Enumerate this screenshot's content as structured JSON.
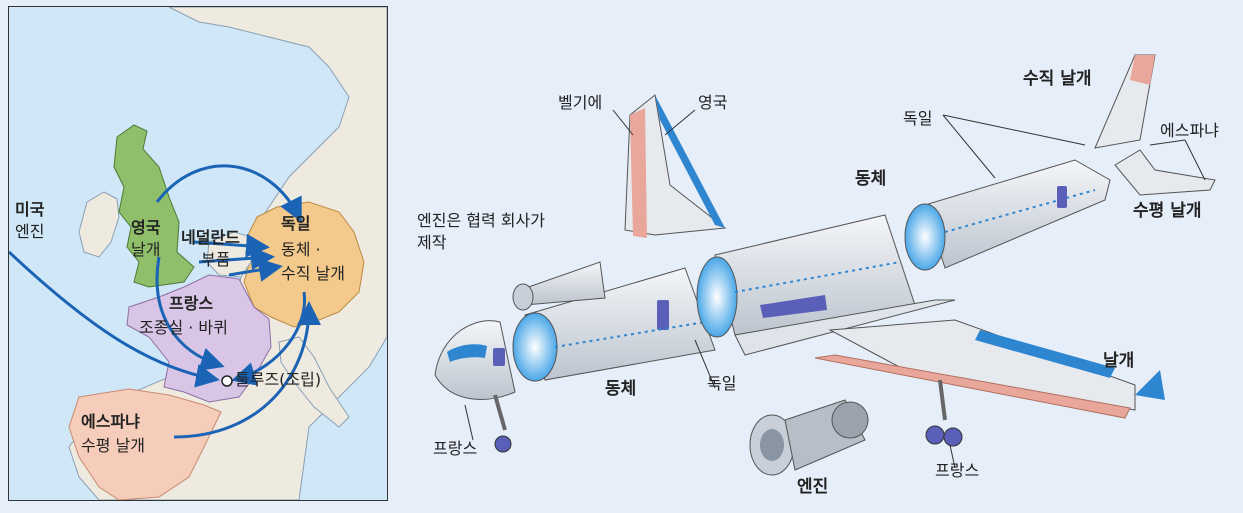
{
  "colors": {
    "map_sea": "#cfe7f6",
    "uk": "#8fbf6a",
    "germany": "#f3c98c",
    "france": "#d9c6e6",
    "spain": "#f6cdbb",
    "arrow": "#1a63b5",
    "fuselage": "#dfe4ea",
    "tail_accent": "#e8a79a",
    "wing_accent": "#2f86d0"
  },
  "map": {
    "usa": {
      "country": "미국",
      "part": "엔진"
    },
    "uk": {
      "country": "영국",
      "part": "날개"
    },
    "netherlands": {
      "country": "네덜란드",
      "part": "부품"
    },
    "germany": {
      "country": "독일",
      "part_line1": "동체 ·",
      "part_line2": "수직 날개"
    },
    "france": {
      "country": "프랑스",
      "part": "조종실 · 바퀴"
    },
    "toulouse": {
      "label": "툴루즈(조립)"
    },
    "spain": {
      "country": "에스파냐",
      "part": "수평 날개"
    }
  },
  "plane": {
    "belgium": "벨기에",
    "uk": "영국",
    "engine_partner_line1": "엔진은 협력 회사가",
    "engine_partner_line2": "제작",
    "fuselage_upper": "동체",
    "fuselage_lower": "동체",
    "germany_upper": "독일",
    "germany_lower": "독일",
    "vertical_tail": "수직 날개",
    "spain": "에스파냐",
    "horizontal_tail": "수평 날개",
    "wing": "날개",
    "france_nose": "프랑스",
    "france_gear": "프랑스",
    "engine": "엔진"
  }
}
